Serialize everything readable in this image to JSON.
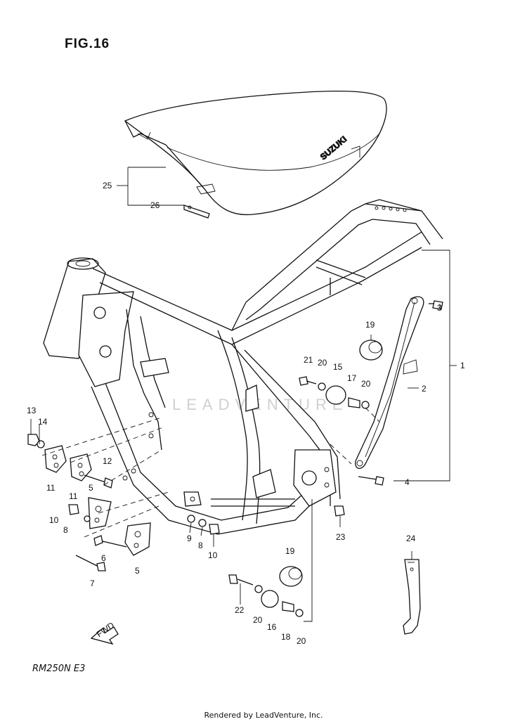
{
  "figure": {
    "title": "FIG.16",
    "model": "RM250N  E3"
  },
  "seat": {
    "brand_text": "SUZUKI"
  },
  "watermark": "LEADVENTURE",
  "fwd_label": "FWD",
  "footer": "Rendered by LeadVenture, Inc.",
  "callouts": {
    "c1": "1",
    "c2": "2",
    "c3": "3",
    "c4": "4",
    "c5a": "5",
    "c5b": "5",
    "c6": "6",
    "c7": "7",
    "c8a": "8",
    "c8b": "8",
    "c9": "9",
    "c10a": "10",
    "c10b": "10",
    "c11a": "11",
    "c11b": "11",
    "c12": "12",
    "c13": "13",
    "c14": "14",
    "c15": "15",
    "c16": "16",
    "c17": "17",
    "c18": "18",
    "c19a": "19",
    "c19b": "19",
    "c20a": "20",
    "c20b": "20",
    "c20c": "20",
    "c20d": "20",
    "c21": "21",
    "c22": "22",
    "c23": "23",
    "c24": "24",
    "c25": "25",
    "c26": "26"
  }
}
